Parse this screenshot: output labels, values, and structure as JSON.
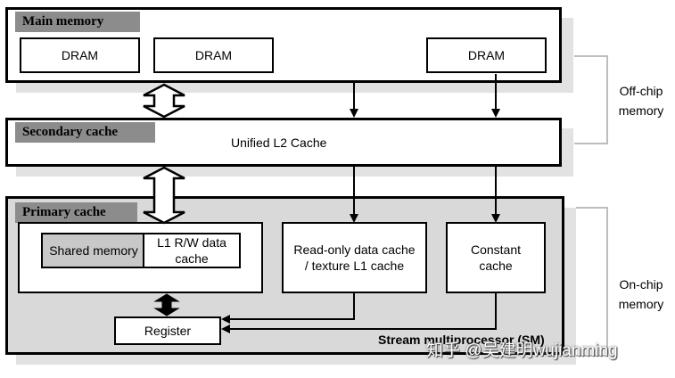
{
  "main_memory": {
    "title": "Main memory",
    "dram_labels": [
      "DRAM",
      "DRAM",
      "DRAM"
    ]
  },
  "secondary_cache": {
    "title": "Secondary cache",
    "label": "Unified L2 Cache"
  },
  "primary_cache": {
    "title": "Primary cache",
    "shared_memory": "Shared memory",
    "l1_cache": "L1 R/W data cache",
    "readonly_cache": "Read-only data cache / texture L1 cache",
    "constant_cache": "Constant cache",
    "register": "Register",
    "sm_label": "Stream multiprocessor (SM)"
  },
  "annotations": {
    "off_chip": "Off-chip memory",
    "on_chip": "On-chip memory"
  },
  "watermark": "知乎 @吴建明wujianming"
}
